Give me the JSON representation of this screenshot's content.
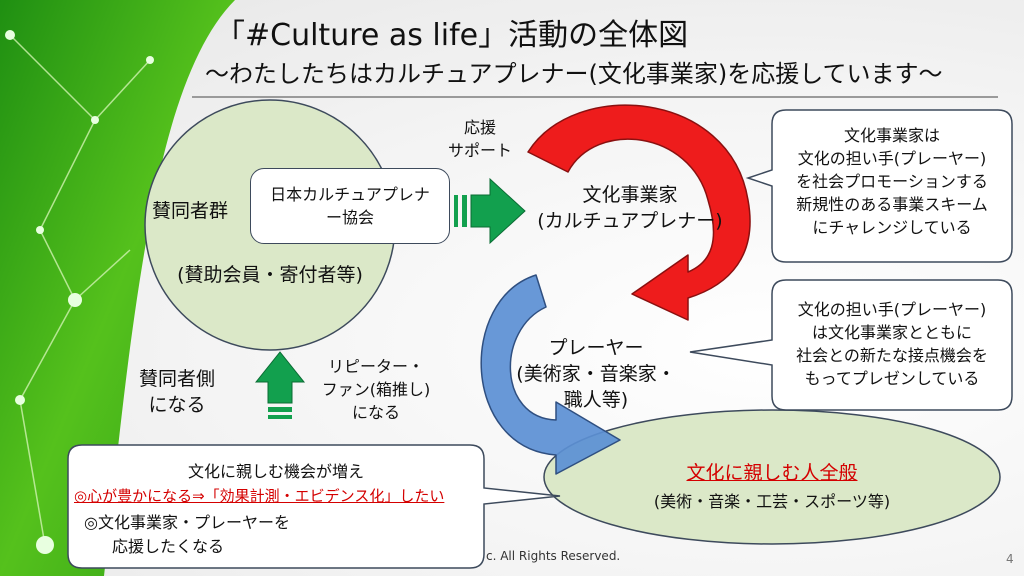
{
  "title": "「#Culture as life」活動の全体図",
  "subtitle": "〜わたしたちはカルチュアプレナー(文化事業家)を応援しています〜",
  "supporters": {
    "label": "賛同者群",
    "association": "日本カルチュアプレナー協会",
    "members": "(賛助会員・寄付者等)"
  },
  "support_arrow": {
    "line1": "応援",
    "line2": "サポート"
  },
  "culturepreneur": {
    "line1": "文化事業家",
    "line2": "(カルチュアプレナー)"
  },
  "player": {
    "line1": "プレーヤー",
    "line2": "(美術家・音楽家・",
    "line3": "職人等)"
  },
  "general_public": {
    "line1": "文化に親しむ人全般",
    "line2": "(美術・音楽・工芸・スポーツ等)"
  },
  "become_supporter": {
    "line1": "賛同者側",
    "line2": "になる"
  },
  "repeater": {
    "line1": "リピーター・",
    "line2": "ファン(箱推し)",
    "line3": "になる"
  },
  "callout_top": {
    "lines": [
      "文化事業家は",
      "文化の担い手(プレーヤー)",
      "を社会プロモーションする",
      "新規性のある事業スキーム",
      "にチャレンジしている"
    ]
  },
  "callout_mid": {
    "lines": [
      "文化の担い手(プレーヤー)",
      "は文化事業家とともに",
      "社会との新たな接点機会を",
      "もってプレゼンしている"
    ]
  },
  "callout_bottom": {
    "line1": "文化に親しむ機会が増え",
    "line2": "◎心が豊かになる⇒「効果計測・エビデンス化」したい",
    "line3": "◎文化事業家・プレーヤーを",
    "line4": "応援したくなる"
  },
  "footer": "c. All Rights Reserved.",
  "page_number": "4",
  "colors": {
    "green_light": "#dbe8c8",
    "green_arrow": "#12a04e",
    "red_arrow": "#ee1c1c",
    "blue_arrow": "#5b8fd4",
    "deco_green": "#4cbf1e",
    "highlight_red": "#d40000"
  }
}
